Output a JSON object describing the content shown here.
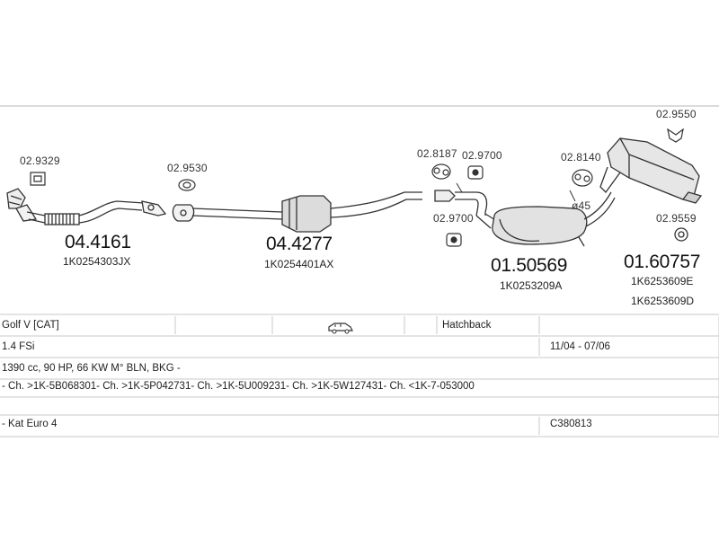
{
  "parts": [
    {
      "id": "p1",
      "number": "04.4161",
      "oem": [
        "1K0254303JX"
      ],
      "accessories": [
        "02.9329"
      ]
    },
    {
      "id": "p2",
      "number": "04.4277",
      "oem": [
        "1K0254401AX"
      ],
      "accessories": [
        "02.9530"
      ]
    },
    {
      "id": "p3",
      "number": "01.50569",
      "oem": [
        "1K0253209A"
      ],
      "accessories": [
        "02.8187",
        "02.9700",
        "02.9700"
      ]
    },
    {
      "id": "p4",
      "number": "01.60757",
      "oem": [
        "1K6253609E",
        "1K6253609D"
      ],
      "accessories": [
        "02.8140",
        "02.9550",
        "02.9559"
      ]
    }
  ],
  "diameter_label": "ø45",
  "vehicle": {
    "model": "Golf V  [CAT]",
    "body": "Hatchback",
    "engine": "1.4 FSi",
    "years": "11/04 - 07/06",
    "spec": "1390 cc, 90 HP, 66 KW M° BLN, BKG -",
    "chassis": "- Ch. >1K-5B068301- Ch. >1K-5P042731- Ch. >1K-5U009231- Ch. >1K-5W127431- Ch. <1K-7-053000",
    "emission": "- Kat Euro 4",
    "code": "C380813"
  },
  "icons": {
    "body_icon": "car-hatchback-icon"
  }
}
